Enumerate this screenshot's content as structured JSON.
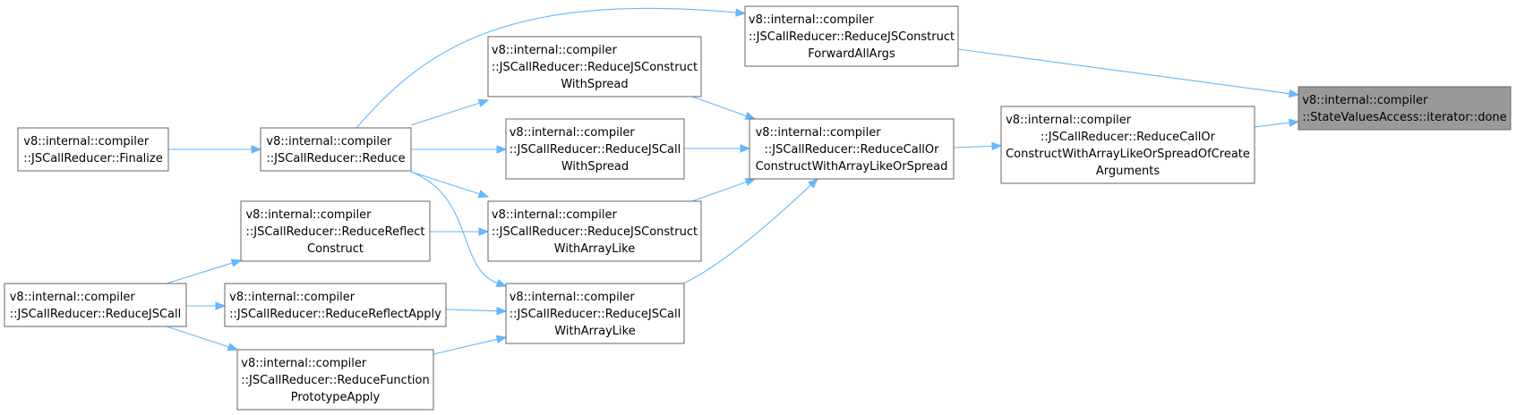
{
  "graph": {
    "nodes": [
      {
        "id": "done",
        "lines": [
          "v8::internal::compiler",
          "::StateValuesAccess::iterator::done"
        ],
        "highlight": true
      },
      {
        "id": "fwdAllArgs",
        "lines": [
          "v8::internal::compiler",
          "::JSCallReducer::ReduceJSConstruct",
          "ForwardAllArgs"
        ]
      },
      {
        "id": "createArgs",
        "lines": [
          "v8::internal::compiler",
          "::JSCallReducer::ReduceCallOr",
          "ConstructWithArrayLikeOrSpreadOfCreate",
          "Arguments"
        ]
      },
      {
        "id": "orSpread",
        "lines": [
          "v8::internal::compiler",
          "::JSCallReducer::ReduceCallOr",
          "ConstructWithArrayLikeOrSpread"
        ]
      },
      {
        "id": "reduce",
        "lines": [
          "v8::internal::compiler",
          "::JSCallReducer::Reduce"
        ]
      },
      {
        "id": "finalize",
        "lines": [
          "v8::internal::compiler",
          "::JSCallReducer::Finalize"
        ]
      },
      {
        "id": "constructWithSpread",
        "lines": [
          "v8::internal::compiler",
          "::JSCallReducer::ReduceJSConstruct",
          "WithSpread"
        ]
      },
      {
        "id": "callWithSpread",
        "lines": [
          "v8::internal::compiler",
          "::JSCallReducer::ReduceJSCall",
          "WithSpread"
        ]
      },
      {
        "id": "constructWithArrayLike",
        "lines": [
          "v8::internal::compiler",
          "::JSCallReducer::ReduceJSConstruct",
          "WithArrayLike"
        ]
      },
      {
        "id": "callWithArrayLike",
        "lines": [
          "v8::internal::compiler",
          "::JSCallReducer::ReduceJSCall",
          "WithArrayLike"
        ]
      },
      {
        "id": "reflectConstruct",
        "lines": [
          "v8::internal::compiler",
          "::JSCallReducer::ReduceReflect",
          "Construct"
        ]
      },
      {
        "id": "reflectApply",
        "lines": [
          "v8::internal::compiler",
          "::JSCallReducer::ReduceReflectApply"
        ]
      },
      {
        "id": "funcProtoApply",
        "lines": [
          "v8::internal::compiler",
          "::JSCallReducer::ReduceFunction",
          "PrototypeApply"
        ]
      },
      {
        "id": "reduceJSCall",
        "lines": [
          "v8::internal::compiler",
          "::JSCallReducer::ReduceJSCall"
        ]
      }
    ],
    "edges": [
      {
        "from": "fwdAllArgs",
        "to": "done"
      },
      {
        "from": "createArgs",
        "to": "done"
      },
      {
        "from": "reduce",
        "to": "fwdAllArgs"
      },
      {
        "from": "orSpread",
        "to": "createArgs"
      },
      {
        "from": "constructWithSpread",
        "to": "orSpread"
      },
      {
        "from": "callWithSpread",
        "to": "orSpread"
      },
      {
        "from": "constructWithArrayLike",
        "to": "orSpread"
      },
      {
        "from": "callWithArrayLike",
        "to": "orSpread"
      },
      {
        "from": "finalize",
        "to": "reduce"
      },
      {
        "from": "reduce",
        "to": "constructWithSpread"
      },
      {
        "from": "reduce",
        "to": "callWithSpread"
      },
      {
        "from": "reduce",
        "to": "constructWithArrayLike"
      },
      {
        "from": "reduce",
        "to": "callWithArrayLike"
      },
      {
        "from": "reflectConstruct",
        "to": "constructWithArrayLike"
      },
      {
        "from": "reflectApply",
        "to": "callWithArrayLike"
      },
      {
        "from": "funcProtoApply",
        "to": "callWithArrayLike"
      },
      {
        "from": "reduceJSCall",
        "to": "reflectConstruct"
      },
      {
        "from": "reduceJSCall",
        "to": "reflectApply"
      },
      {
        "from": "reduceJSCall",
        "to": "funcProtoApply"
      }
    ]
  }
}
